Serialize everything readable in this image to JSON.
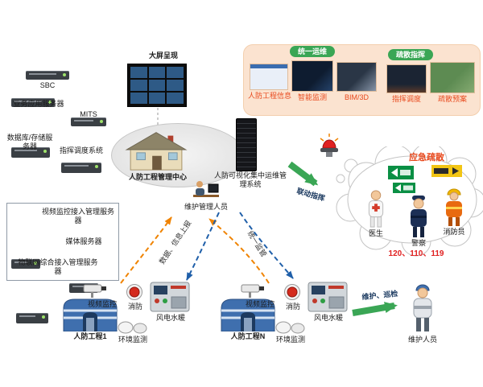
{
  "colors": {
    "green": "#3aa655",
    "orange": "#f08300",
    "blue": "#1f5fa9",
    "red": "#e8491d",
    "panel_bg": "#fbe3d0"
  },
  "display": {
    "label": "大屏呈现"
  },
  "left_servers": {
    "sbc": "SBC",
    "app_server": "业务应用服务器",
    "mits": "MITS",
    "db_server": "数据库/存储服务器",
    "dispatch": "指挥调度系统"
  },
  "access_box": {
    "video_access": "视频监控接入管理服务器",
    "media_server": "媒体服务器",
    "iot_access": "物联网综合接入管理服务器"
  },
  "center": {
    "mgmt_center": "人防工程管理中心",
    "ops_system": "人防可视化集中运维管理系统",
    "maintenance_mgr": "维护管理人员"
  },
  "ops_panel": {
    "unified_ops": "统一运维",
    "evac_cmd": "疏散指挥",
    "labels": [
      "人防工程信息",
      "智能监测",
      "BIM/3D",
      "指挥调度",
      "疏散预案"
    ]
  },
  "emergency": {
    "title": "应急疏散",
    "doctor": "医生",
    "police": "警察",
    "firefighter": "消防员",
    "hotlines": "120、110、119"
  },
  "flows": {
    "linkage": "联动指挥",
    "report": "数据、信息上报",
    "supervision": "统一监管",
    "maintain": "维护、巡检"
  },
  "site1": {
    "name": "人防工程1",
    "video": "视频监控",
    "fire": "消防",
    "utilities": "风电水暖",
    "environment": "环境监测"
  },
  "site_n": {
    "name": "人防工程N",
    "video": "视频监控",
    "fire": "消防",
    "utilities": "风电水暖",
    "environment": "环境监测"
  },
  "staff": {
    "maintainer": "维护人员"
  }
}
